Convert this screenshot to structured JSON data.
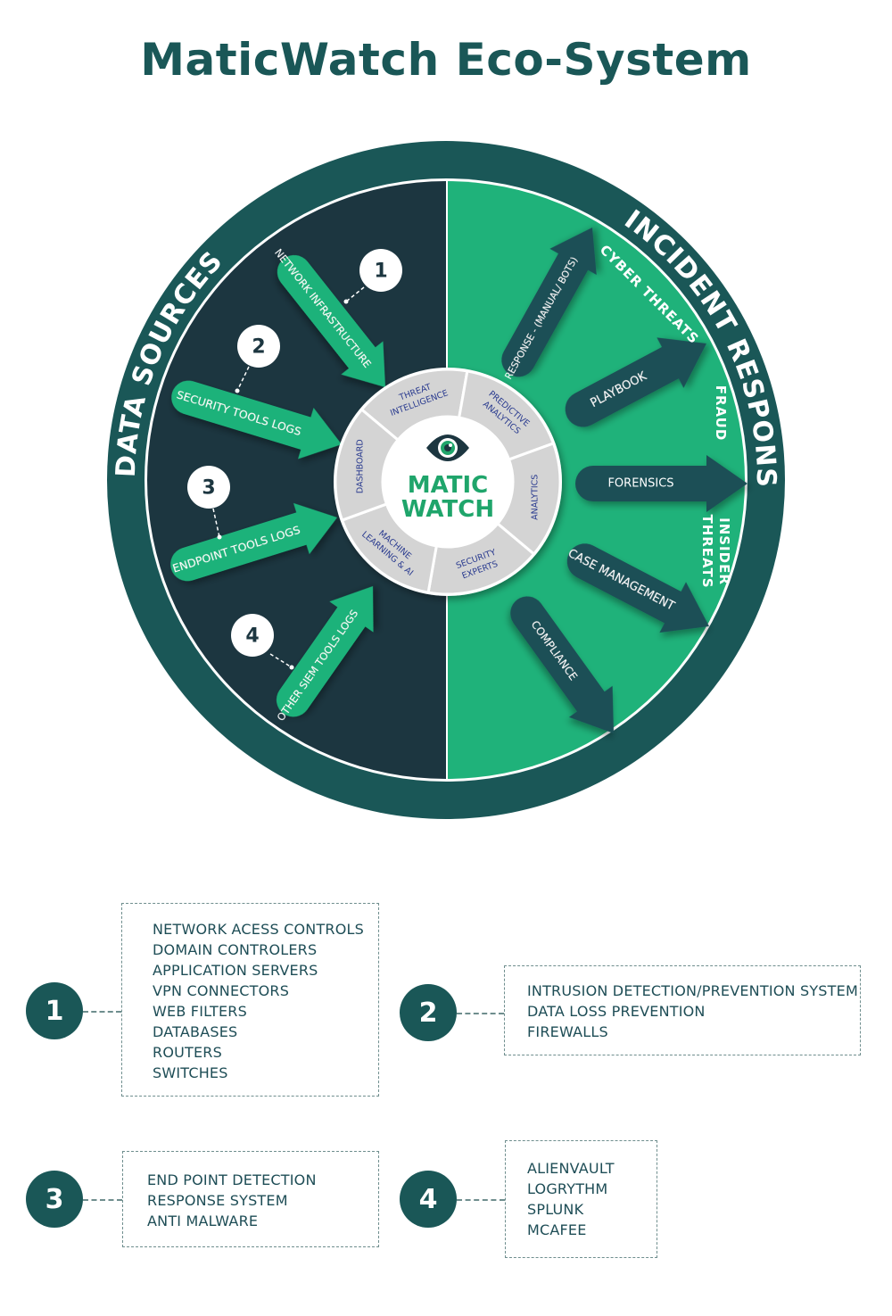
{
  "title": "MaticWatch Eco-System",
  "colors": {
    "ring": "#1a5757",
    "dark_half": "#1c3640",
    "green_half": "#1fb27a",
    "arrow_green": "#1fb27a",
    "arrow_dark": "#1b4f57",
    "hub_gray": "#d4d4d4",
    "hub_text": "#2a3b8f",
    "logo_green": "#1fa56b"
  },
  "ring_labels": {
    "left": "DATA SOURCES",
    "right": "INCIDENT RESPONSE"
  },
  "center": {
    "logo_line1": "MATIC",
    "logo_line2": "WATCH",
    "logo_icon": "eye-icon"
  },
  "hub_segments": [
    {
      "line1": "THREAT",
      "line2": "INTELLIGENCE"
    },
    {
      "line1": "PREDICTIVE",
      "line2": "ANALYTICS"
    },
    {
      "line1": "ANALYTICS",
      "line2": ""
    },
    {
      "line1": "SECURITY",
      "line2": "EXPERTS"
    },
    {
      "line1": "MACHINE",
      "line2": "LEARNING & AI"
    },
    {
      "line1": "DASHBOARD",
      "line2": ""
    }
  ],
  "input_arrows": [
    {
      "num": "1",
      "label": "NETWORK INFRASTRUCTURE"
    },
    {
      "num": "2",
      "label": "SECURITY TOOLS LOGS"
    },
    {
      "num": "3",
      "label": "ENDPOINT TOOLS LOGS"
    },
    {
      "num": "4",
      "label": "OTHER SIEM TOOLS LOGS"
    }
  ],
  "output_arrows": [
    {
      "label": "RESPONSE - (MANUAL/ BOTS)"
    },
    {
      "label": "PLAYBOOK"
    },
    {
      "label": "FORENSICS"
    },
    {
      "label": "CASE MANAGEMENT"
    },
    {
      "label": "COMPLIANCE"
    }
  ],
  "outcomes": [
    {
      "line1": "CYBER THREATS",
      "line2": ""
    },
    {
      "line1": "FRAUD",
      "line2": ""
    },
    {
      "line1": "INSIDER",
      "line2": "THREATS"
    }
  ],
  "legend": [
    {
      "num": "1",
      "items": [
        "NETWORK ACESS CONTROLS",
        "DOMAIN CONTROLERS",
        "APPLICATION SERVERS",
        "VPN CONNECTORS",
        "WEB FILTERS",
        "DATABASES",
        "ROUTERS",
        "SWITCHES"
      ]
    },
    {
      "num": "2",
      "items": [
        "INTRUSION DETECTION/PREVENTION SYSTEM",
        "DATA LOSS PREVENTION",
        "FIREWALLS"
      ]
    },
    {
      "num": "3",
      "items": [
        "END POINT DETECTION",
        "RESPONSE SYSTEM",
        "ANTI MALWARE"
      ]
    },
    {
      "num": "4",
      "items": [
        "ALIENVAULT",
        "LOGRYTHM",
        "SPLUNK",
        "MCAFEE"
      ]
    }
  ]
}
